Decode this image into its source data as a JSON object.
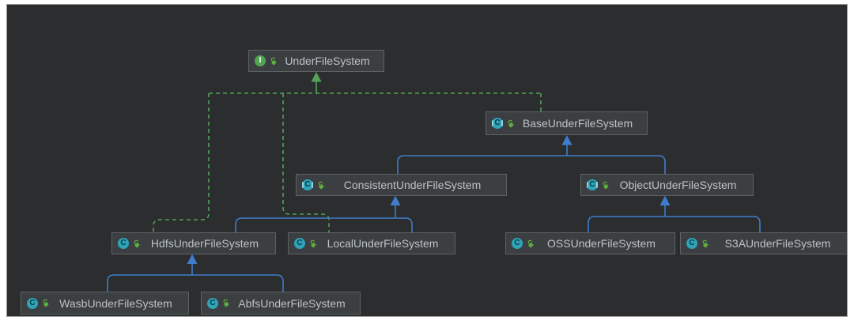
{
  "diagram": {
    "colors": {
      "canvas": "#2b2d2e",
      "node_bg": "#3c3f41",
      "node_border": "#5e6264",
      "text": "#bdc2c7",
      "realization": "#53a156",
      "inheritance": "#3f7dcc",
      "interface_icon": "#51a551",
      "class_icon": "#2fa3b8",
      "modifier": "#5fad3f",
      "frame_border": "#9b9b9b"
    },
    "nodes": [
      {
        "label": "UnderFileSystem",
        "kind": "interface",
        "icon": "interface-icon",
        "icon_letter": "I"
      },
      {
        "label": "BaseUnderFileSystem",
        "kind": "abstract-class",
        "icon": "abstract-class-icon",
        "icon_letter": "C"
      },
      {
        "label": "ConsistentUnderFileSystem",
        "kind": "abstract-class",
        "icon": "abstract-class-icon",
        "icon_letter": "C"
      },
      {
        "label": "ObjectUnderFileSystem",
        "kind": "abstract-class",
        "icon": "abstract-class-icon",
        "icon_letter": "C"
      },
      {
        "label": "HdfsUnderFileSystem",
        "kind": "class",
        "icon": "class-icon",
        "icon_letter": "C"
      },
      {
        "label": "LocalUnderFileSystem",
        "kind": "class",
        "icon": "class-icon",
        "icon_letter": "C"
      },
      {
        "label": "OSSUnderFileSystem",
        "kind": "class",
        "icon": "class-icon",
        "icon_letter": "C"
      },
      {
        "label": "S3AUnderFileSystem",
        "kind": "class",
        "icon": "class-icon",
        "icon_letter": "C"
      },
      {
        "label": "WasbUnderFileSystem",
        "kind": "class",
        "icon": "class-icon",
        "icon_letter": "C"
      },
      {
        "label": "AbfsUnderFileSystem",
        "kind": "class",
        "icon": "class-icon",
        "icon_letter": "C"
      }
    ],
    "edges": [
      {
        "from": "BaseUnderFileSystem",
        "to": "UnderFileSystem",
        "type": "implements"
      },
      {
        "from": "HdfsUnderFileSystem",
        "to": "UnderFileSystem",
        "type": "implements"
      },
      {
        "from": "LocalUnderFileSystem",
        "to": "UnderFileSystem",
        "type": "implements"
      },
      {
        "from": "ConsistentUnderFileSystem",
        "to": "BaseUnderFileSystem",
        "type": "extends"
      },
      {
        "from": "ObjectUnderFileSystem",
        "to": "BaseUnderFileSystem",
        "type": "extends"
      },
      {
        "from": "HdfsUnderFileSystem",
        "to": "ConsistentUnderFileSystem",
        "type": "extends"
      },
      {
        "from": "LocalUnderFileSystem",
        "to": "ConsistentUnderFileSystem",
        "type": "extends"
      },
      {
        "from": "OSSUnderFileSystem",
        "to": "ObjectUnderFileSystem",
        "type": "extends"
      },
      {
        "from": "S3AUnderFileSystem",
        "to": "ObjectUnderFileSystem",
        "type": "extends"
      },
      {
        "from": "WasbUnderFileSystem",
        "to": "HdfsUnderFileSystem",
        "type": "extends"
      },
      {
        "from": "AbfsUnderFileSystem",
        "to": "HdfsUnderFileSystem",
        "type": "extends"
      }
    ]
  }
}
